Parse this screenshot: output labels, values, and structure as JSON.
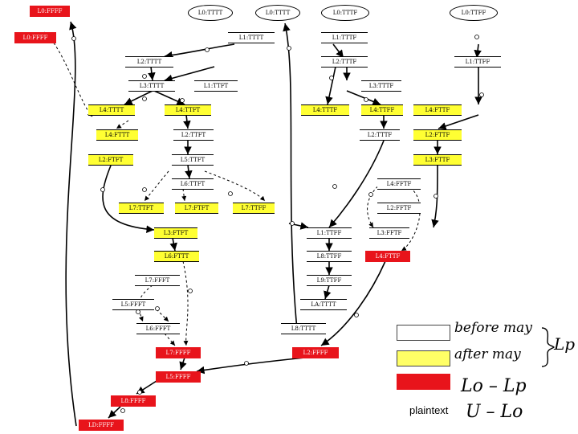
{
  "nodes": [
    {
      "id": "n1",
      "label": "L0:FFFF",
      "style": "red"
    },
    {
      "id": "n2",
      "label": "L0:TTTT",
      "style": "ellipse"
    },
    {
      "id": "n3",
      "label": "L0:TTTT",
      "style": "ellipse"
    },
    {
      "id": "n4",
      "label": "L0:TTTF",
      "style": "ellipse"
    },
    {
      "id": "n5",
      "label": "L0:TTFF",
      "style": "ellipse"
    },
    {
      "id": "n6",
      "label": "L0:FFFF",
      "style": "red"
    },
    {
      "id": "n7",
      "label": "L1:TTTT",
      "style": "white"
    },
    {
      "id": "n8",
      "label": "L1:TTTF",
      "style": "white"
    },
    {
      "id": "n9",
      "label": "L2:TTTT",
      "style": "white"
    },
    {
      "id": "n10",
      "label": "L2:TTTF",
      "style": "white"
    },
    {
      "id": "n11",
      "label": "L1:TTFF",
      "style": "white"
    },
    {
      "id": "n12",
      "label": "L3:TTTT",
      "style": "white"
    },
    {
      "id": "n13",
      "label": "L1:TTFT",
      "style": "white"
    },
    {
      "id": "n14",
      "label": "L3:TTTF",
      "style": "white"
    },
    {
      "id": "n15",
      "label": "L4:TTTT",
      "style": "yellow"
    },
    {
      "id": "n16",
      "label": "L4:TTFT",
      "style": "yellow"
    },
    {
      "id": "n17",
      "label": "L4:TTTF",
      "style": "yellow"
    },
    {
      "id": "n18",
      "label": "L4:TTFF",
      "style": "yellow"
    },
    {
      "id": "n19",
      "label": "L4:FTTF",
      "style": "yellow"
    },
    {
      "id": "n20",
      "label": "L4:FTTT",
      "style": "yellow"
    },
    {
      "id": "n21",
      "label": "L2:TTFT",
      "style": "white"
    },
    {
      "id": "n22",
      "label": "L2:TTTF",
      "style": "white"
    },
    {
      "id": "n23",
      "label": "L2:FTTF",
      "style": "yellow"
    },
    {
      "id": "n24",
      "label": "L2:FTFT",
      "style": "yellow"
    },
    {
      "id": "n25",
      "label": "L5:TTFT",
      "style": "white"
    },
    {
      "id": "n26",
      "label": "L3:FTTF",
      "style": "yellow"
    },
    {
      "id": "n27",
      "label": "L6:TTFT",
      "style": "white"
    },
    {
      "id": "n28",
      "label": "L4:FFTF",
      "style": "white"
    },
    {
      "id": "n29",
      "label": "L7:TTFT",
      "style": "yellow"
    },
    {
      "id": "n30",
      "label": "L7:FTFT",
      "style": "yellow"
    },
    {
      "id": "n31",
      "label": "L7:TTFF",
      "style": "yellow"
    },
    {
      "id": "n32",
      "label": "L2:FFTF",
      "style": "white"
    },
    {
      "id": "n33",
      "label": "L3:FTFT",
      "style": "yellow"
    },
    {
      "id": "n34",
      "label": "L1:TTFF",
      "style": "white"
    },
    {
      "id": "n35",
      "label": "L3:FFTF",
      "style": "white"
    },
    {
      "id": "n36",
      "label": "L6:FTTT",
      "style": "yellow"
    },
    {
      "id": "n37",
      "label": "L8:TTFF",
      "style": "white"
    },
    {
      "id": "n38",
      "label": "L4:FTTF",
      "style": "red"
    },
    {
      "id": "n39",
      "label": "L7:FFFT",
      "style": "white"
    },
    {
      "id": "n40",
      "label": "L9:TTFF",
      "style": "white"
    },
    {
      "id": "n41",
      "label": "L5:FFFT",
      "style": "white"
    },
    {
      "id": "n42",
      "label": "LA:TTTT",
      "style": "white"
    },
    {
      "id": "n43",
      "label": "L6:FFFT",
      "style": "white"
    },
    {
      "id": "n44",
      "label": "L8:TTTT",
      "style": "white"
    },
    {
      "id": "n45",
      "label": "L7:FFFF",
      "style": "red"
    },
    {
      "id": "n46",
      "label": "L2:FFFF",
      "style": "red"
    },
    {
      "id": "n47",
      "label": "L5:FFFF",
      "style": "red"
    },
    {
      "id": "n48",
      "label": "L8:FFFF",
      "style": "red"
    },
    {
      "id": "n49",
      "label": "LD:FFFF",
      "style": "red"
    }
  ],
  "legend": {
    "items": [
      {
        "color": "#ffffff",
        "note": "before may"
      },
      {
        "color": "#ffff66",
        "note": "after may"
      },
      {
        "color": "#e8141b",
        "note": "Lo – Lp"
      }
    ],
    "brace_note": "Lp",
    "plaintext_label": "plaintext",
    "plaintext_note": "U – Lo"
  }
}
